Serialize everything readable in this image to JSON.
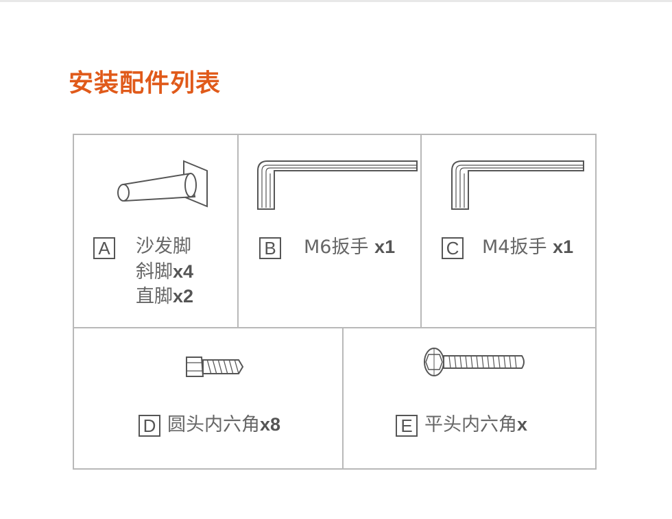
{
  "title": "安装配件列表",
  "parts": {
    "a": {
      "letter": "A",
      "name": "沙发脚",
      "line2_name": "斜脚",
      "line2_qty": "x4",
      "line3_name": "直脚",
      "line3_qty": "x2"
    },
    "b": {
      "letter": "B",
      "name": "M6扳手",
      "qty": "x1"
    },
    "c": {
      "letter": "C",
      "name": "M4扳手",
      "qty": "x1"
    },
    "d": {
      "letter": "D",
      "name": "圆头内六角",
      "qty": "x8"
    },
    "e": {
      "letter": "E",
      "name": "平头内六角",
      "qty": "x"
    }
  },
  "colors": {
    "accent": "#e05a1a",
    "line": "#b8b8b8",
    "text": "#555555"
  }
}
